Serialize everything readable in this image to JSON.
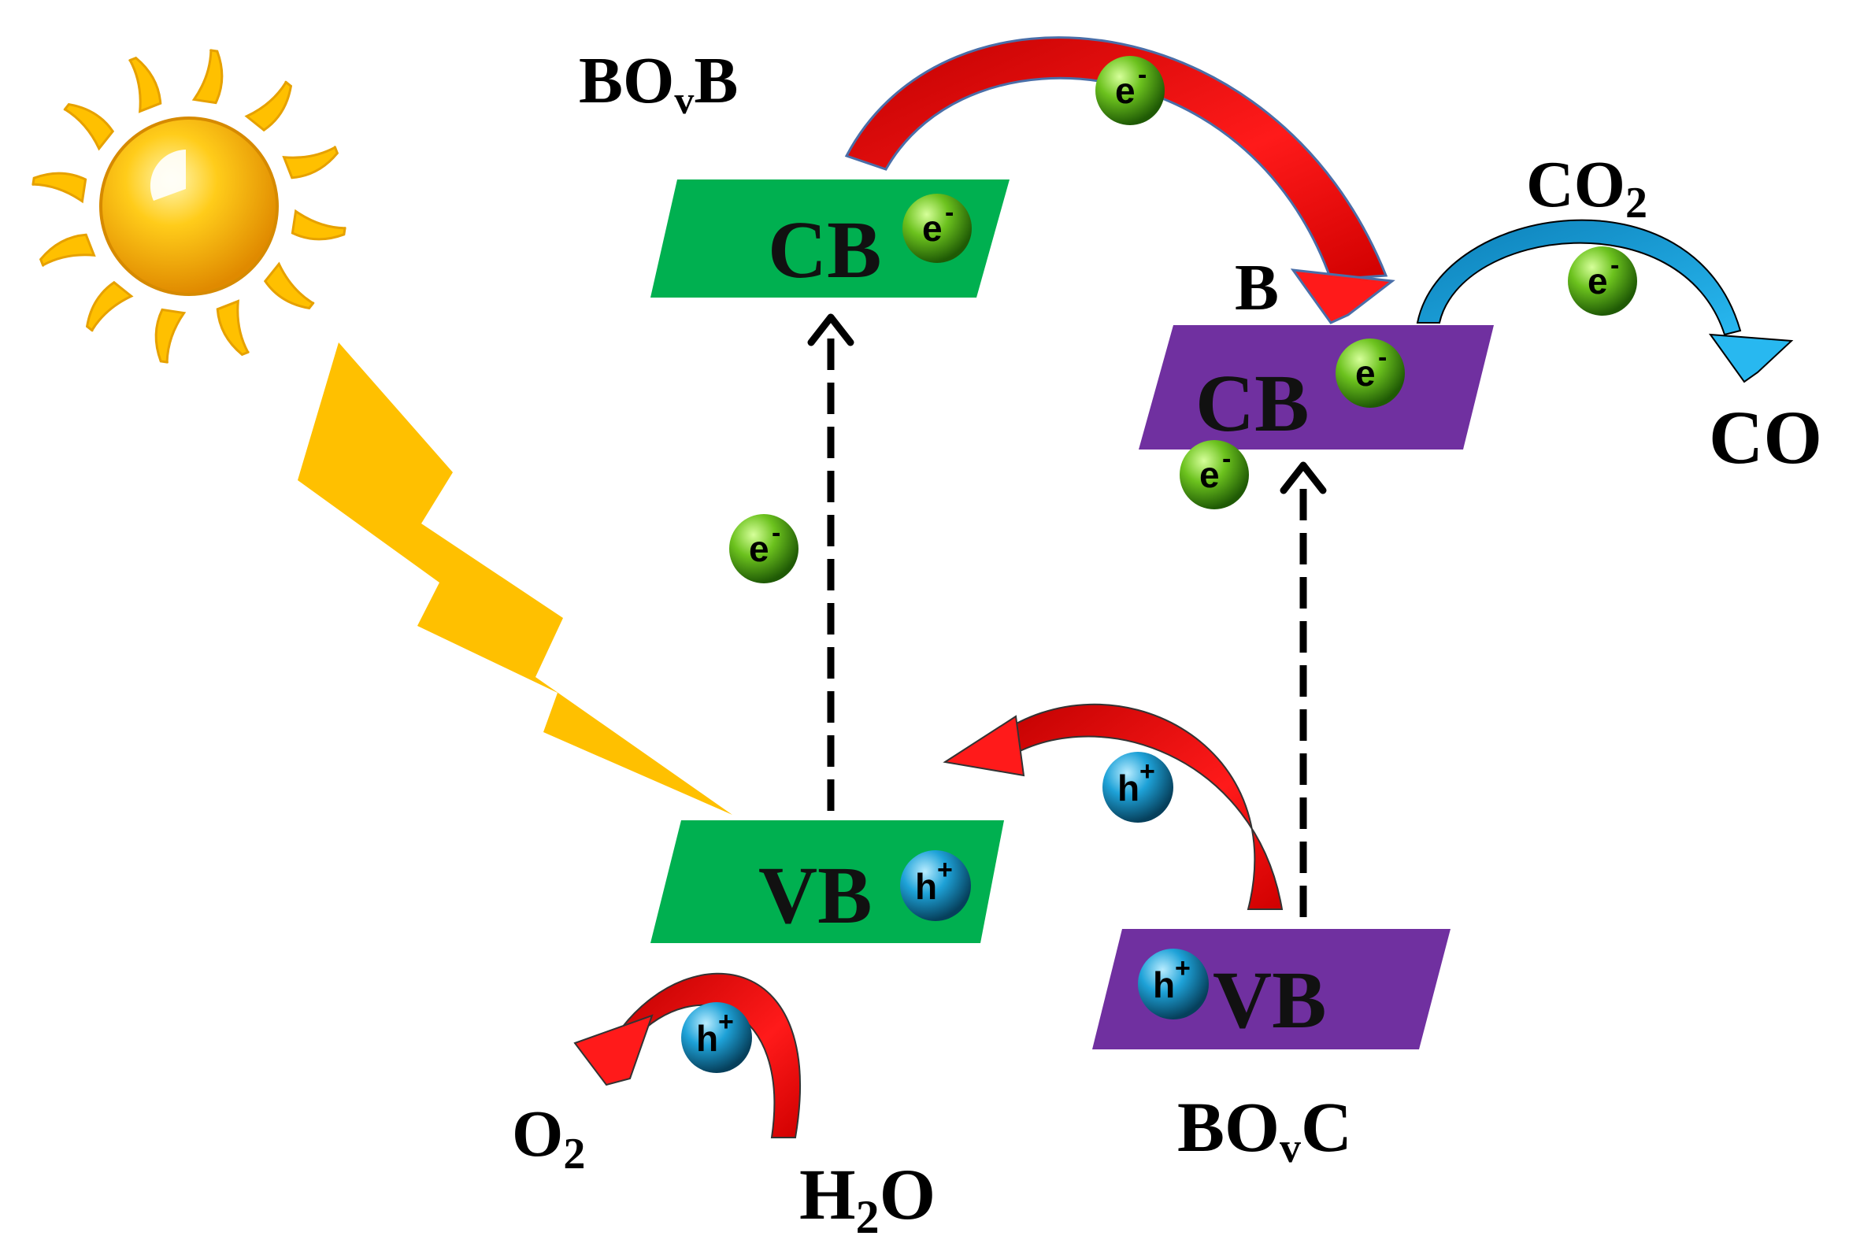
{
  "materials": {
    "left": {
      "name_main": "BO",
      "name_sub": "v",
      "name_end": "B"
    },
    "right": {
      "name_main": "BO",
      "name_sub": "v",
      "name_end": "C"
    }
  },
  "bands": {
    "left_cb": "CB",
    "left_vb": "VB",
    "right_cb": "CB",
    "right_vb": "VB",
    "right_cb_tag": "B"
  },
  "particles": {
    "electron": {
      "symbol": "e",
      "charge": "-"
    },
    "hole": {
      "symbol": "h",
      "charge": "+"
    }
  },
  "reactions": {
    "co2": {
      "main": "CO",
      "sub": "2"
    },
    "co": "CO",
    "o2": {
      "main": "O",
      "sub": "2"
    },
    "h2o": {
      "pre": "H",
      "sub": "2",
      "post": "O"
    }
  },
  "colors": {
    "bovb_band": "#00b050",
    "bovc_band": "#7030a0",
    "electron": "#44aa11",
    "hole": "#1e90c8",
    "transfer_arrow": "#e01010",
    "co2_arrow": "#1ba1e2",
    "light": "#ffc000",
    "sun": "#ffb800"
  }
}
